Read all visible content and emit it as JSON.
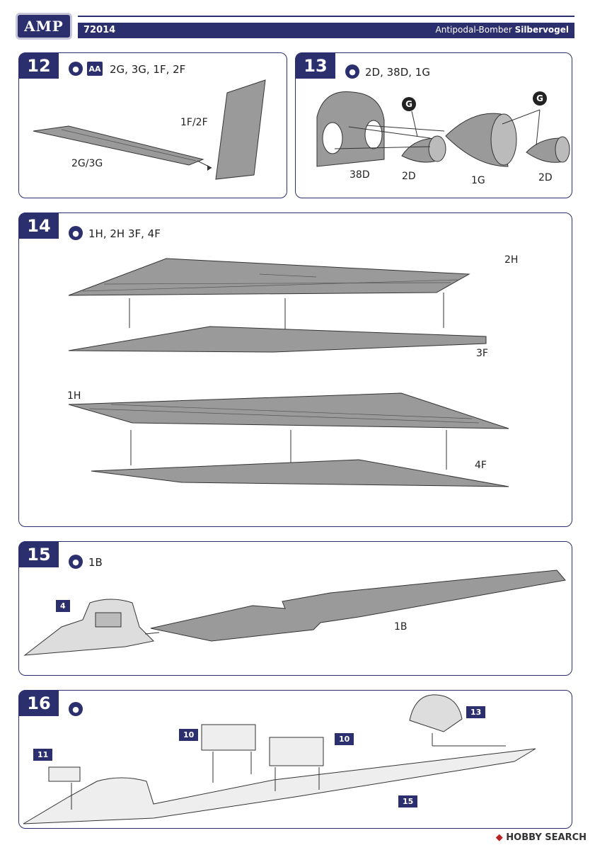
{
  "header": {
    "logo": "AMP",
    "code": "72014",
    "title_plain": "Antipodal-Bomber ",
    "title_bold": "Silbervogel"
  },
  "steps": {
    "s12": {
      "num": "12",
      "parts": "2G, 3G, 1F, 2F",
      "labels": {
        "a": "1F/2F",
        "b": "2G/3G"
      }
    },
    "s13": {
      "num": "13",
      "parts": "2D, 38D, 1G",
      "labels": {
        "a": "38D",
        "b": "2D",
        "c": "1G",
        "d": "2D",
        "g1": "G",
        "g2": "G"
      }
    },
    "s14": {
      "num": "14",
      "parts": "1H, 2H 3F, 4F",
      "labels": {
        "a": "2H",
        "b": "3F",
        "c": "1H",
        "d": "4F"
      }
    },
    "s15": {
      "num": "15",
      "parts": "1B",
      "labels": {
        "ref": "4",
        "a": "1B"
      }
    },
    "s16": {
      "num": "16",
      "labels": {
        "r13": "13",
        "r10a": "10",
        "r10b": "10",
        "r11": "11",
        "r15": "15"
      }
    }
  },
  "icons": {
    "glue": "glue-drop-icon",
    "aa": "cement-aa-icon"
  },
  "footer": {
    "brand": "HOBBY SEARCH"
  },
  "colors": {
    "accent": "#2c2f6e",
    "part_grey": "#9a9a9a"
  }
}
